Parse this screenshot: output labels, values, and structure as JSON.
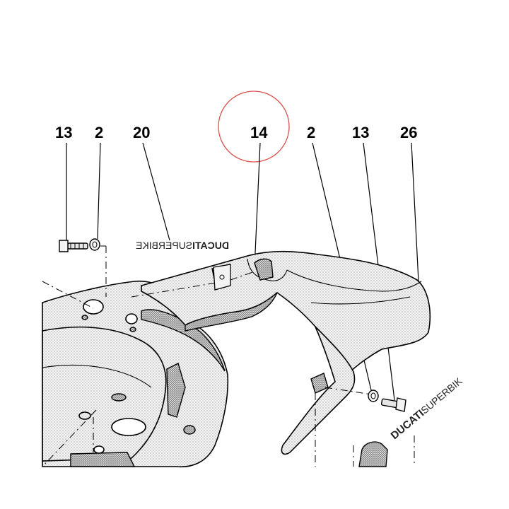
{
  "callouts": {
    "c1": "13",
    "c2": "2",
    "c3": "20",
    "c4": "14",
    "c5": "2",
    "c6": "13",
    "c7": "26"
  },
  "decals": {
    "left_bold": "DUCATI",
    "left_light": "SUPERBIKE",
    "right_bold": "DUCATI",
    "right_light": "SUPERBIK"
  },
  "highlight_color": "#d9534f"
}
